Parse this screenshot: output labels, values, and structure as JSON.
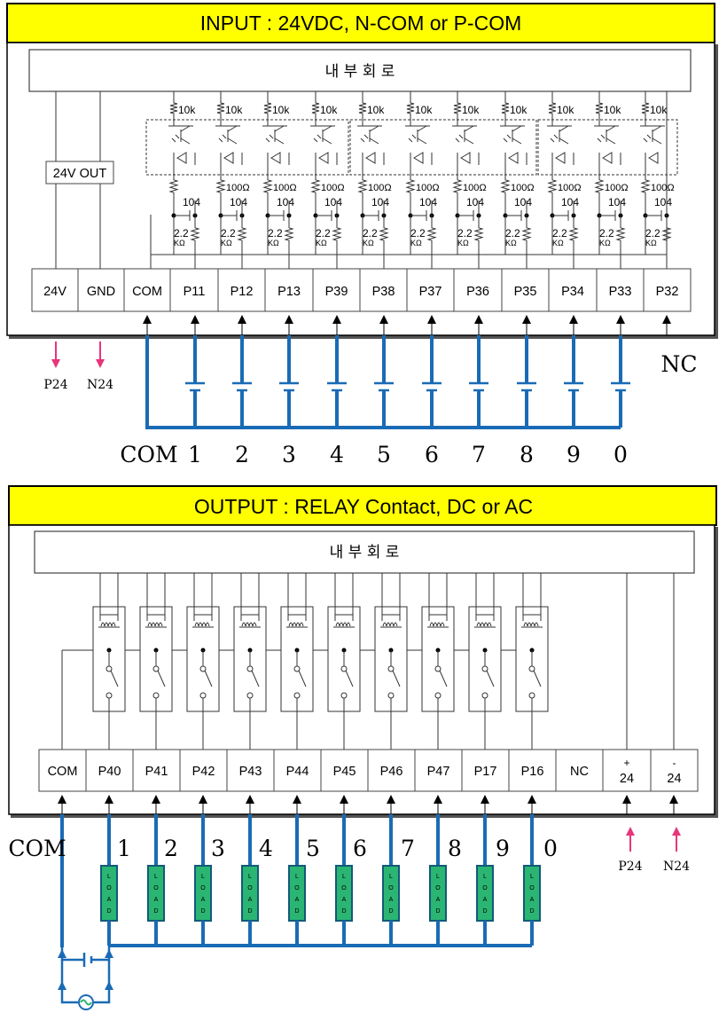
{
  "input": {
    "title": "INPUT : 24VDC, N-COM or P-COM",
    "internal_label": "내 부 회 로",
    "out_label": "24V OUT",
    "resistor_top": "10k",
    "resistor_mid": "100Ω",
    "capacitor": "104",
    "resistor_bot_top": "2.2",
    "resistor_bot_unit": "KΩ",
    "terminals": [
      "24V",
      "GND",
      "COM",
      "P11",
      "P12",
      "P13",
      "P39",
      "P38",
      "P37",
      "P36",
      "P35",
      "P34",
      "P33",
      "P32"
    ],
    "power_labels": [
      "P24",
      "N24"
    ],
    "nc_label": "NC",
    "switch_labels": [
      "COM",
      "1",
      "2",
      "3",
      "4",
      "5",
      "6",
      "7",
      "8",
      "9",
      "0"
    ]
  },
  "output": {
    "title": "OUTPUT : RELAY Contact, DC or AC",
    "internal_label": "내 부 회 로",
    "terminals": [
      "COM",
      "P40",
      "P41",
      "P42",
      "P43",
      "P44",
      "P45",
      "P46",
      "P47",
      "P17",
      "P16",
      "NC"
    ],
    "supply_terminals": [
      {
        "sign": "+",
        "value": "24"
      },
      {
        "sign": "-",
        "value": "24"
      }
    ],
    "power_labels": [
      "P24",
      "N24"
    ],
    "load_labels": [
      "COM",
      "1",
      "2",
      "3",
      "4",
      "5",
      "6",
      "7",
      "8",
      "9",
      "0"
    ],
    "load_text": "LOAD"
  },
  "colors": {
    "title_bg": "#ffff00",
    "wire_blue": "#1a6bb5",
    "load_green": "#2bb573",
    "arrow_pink": "#e8347a"
  }
}
